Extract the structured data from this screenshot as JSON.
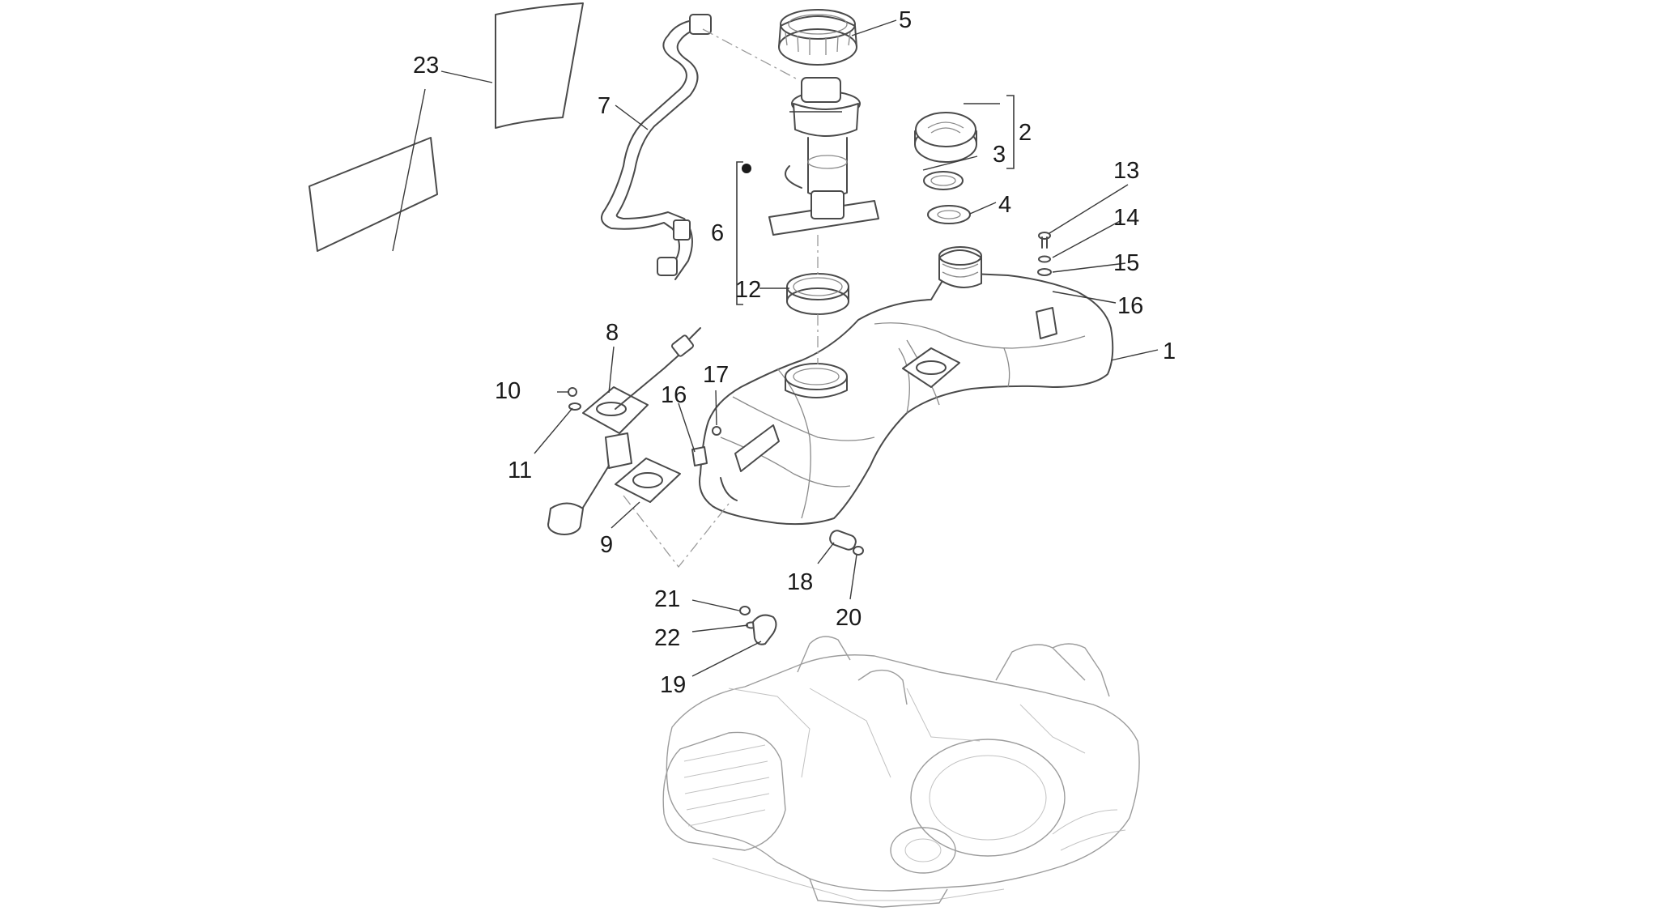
{
  "diagram": {
    "callouts": [
      {
        "id": "1",
        "label": "1"
      },
      {
        "id": "2",
        "label": "2"
      },
      {
        "id": "3",
        "label": "3"
      },
      {
        "id": "4",
        "label": "4"
      },
      {
        "id": "5",
        "label": "5"
      },
      {
        "id": "6",
        "label": "6"
      },
      {
        "id": "7",
        "label": "7"
      },
      {
        "id": "8",
        "label": "8"
      },
      {
        "id": "9",
        "label": "9"
      },
      {
        "id": "10",
        "label": "10"
      },
      {
        "id": "11",
        "label": "11"
      },
      {
        "id": "12",
        "label": "12"
      },
      {
        "id": "13",
        "label": "13"
      },
      {
        "id": "14",
        "label": "14"
      },
      {
        "id": "15",
        "label": "15"
      },
      {
        "id": "16a",
        "label": "16"
      },
      {
        "id": "16b",
        "label": "16"
      },
      {
        "id": "17",
        "label": "17"
      },
      {
        "id": "18",
        "label": "18"
      },
      {
        "id": "19",
        "label": "19"
      },
      {
        "id": "20",
        "label": "20"
      },
      {
        "id": "21",
        "label": "21"
      },
      {
        "id": "22",
        "label": "22"
      },
      {
        "id": "23",
        "label": "23"
      }
    ]
  }
}
